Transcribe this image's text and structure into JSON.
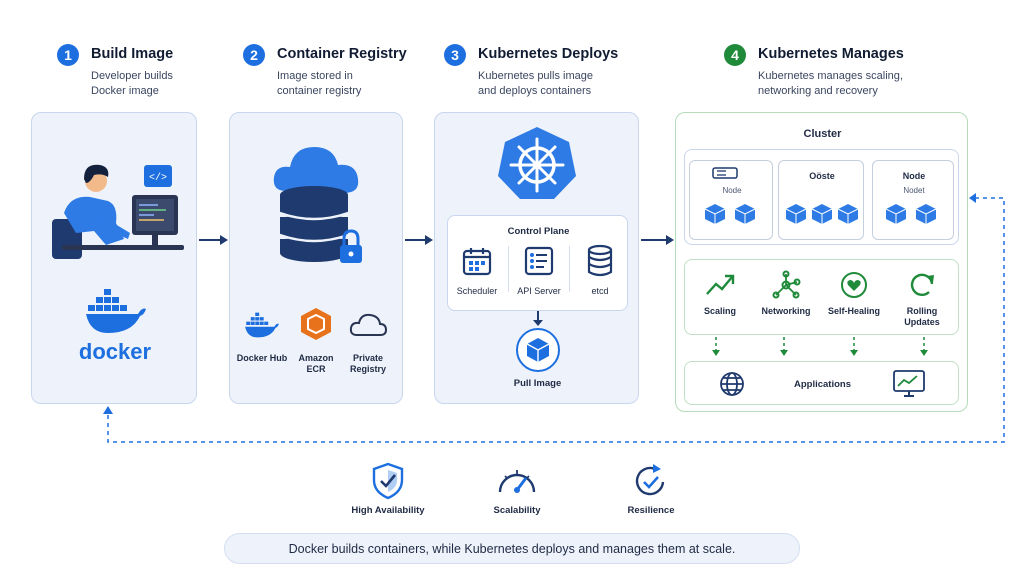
{
  "steps": [
    {
      "num": "1",
      "title": "Build Image",
      "desc": "Developer builds Docker image"
    },
    {
      "num": "2",
      "title": "Container Registry",
      "desc": "Image stored in container registry"
    },
    {
      "num": "3",
      "title": "Kubernetes Deploys",
      "desc": "Kubernetes pulls image and deploys containers"
    },
    {
      "num": "4",
      "title": "Kubernetes Manages",
      "desc": "Kubernetes manages scaling, networking and recovery"
    }
  ],
  "build": {
    "brand": "docker"
  },
  "registry": {
    "items": [
      "Docker Hub",
      "Amazon ECR",
      "Private Registry"
    ]
  },
  "deploy": {
    "control_plane": "Control Plane",
    "components": [
      "Scheduler",
      "API Server",
      "etcd"
    ],
    "pull": "Pull Image"
  },
  "manage": {
    "cluster": "Cluster",
    "nodes": [
      {
        "title": "",
        "sub": "Node"
      },
      {
        "title": "Oöste",
        "sub": ""
      },
      {
        "title": "Node",
        "sub": "Nodet"
      }
    ],
    "capabilities": [
      "Scaling",
      "Networking",
      "Self-Healing",
      "Rolling Updates"
    ],
    "applications": "Applications"
  },
  "features": [
    "High Availability",
    "Scalability",
    "Resilience"
  ],
  "footer": "Docker builds containers, while Kubernetes deploys and manages them at scale.",
  "colors": {
    "blue": "#1d6fe0",
    "green": "#1f8a3a",
    "orange": "#e8721c",
    "navy": "#1f3a6e"
  }
}
